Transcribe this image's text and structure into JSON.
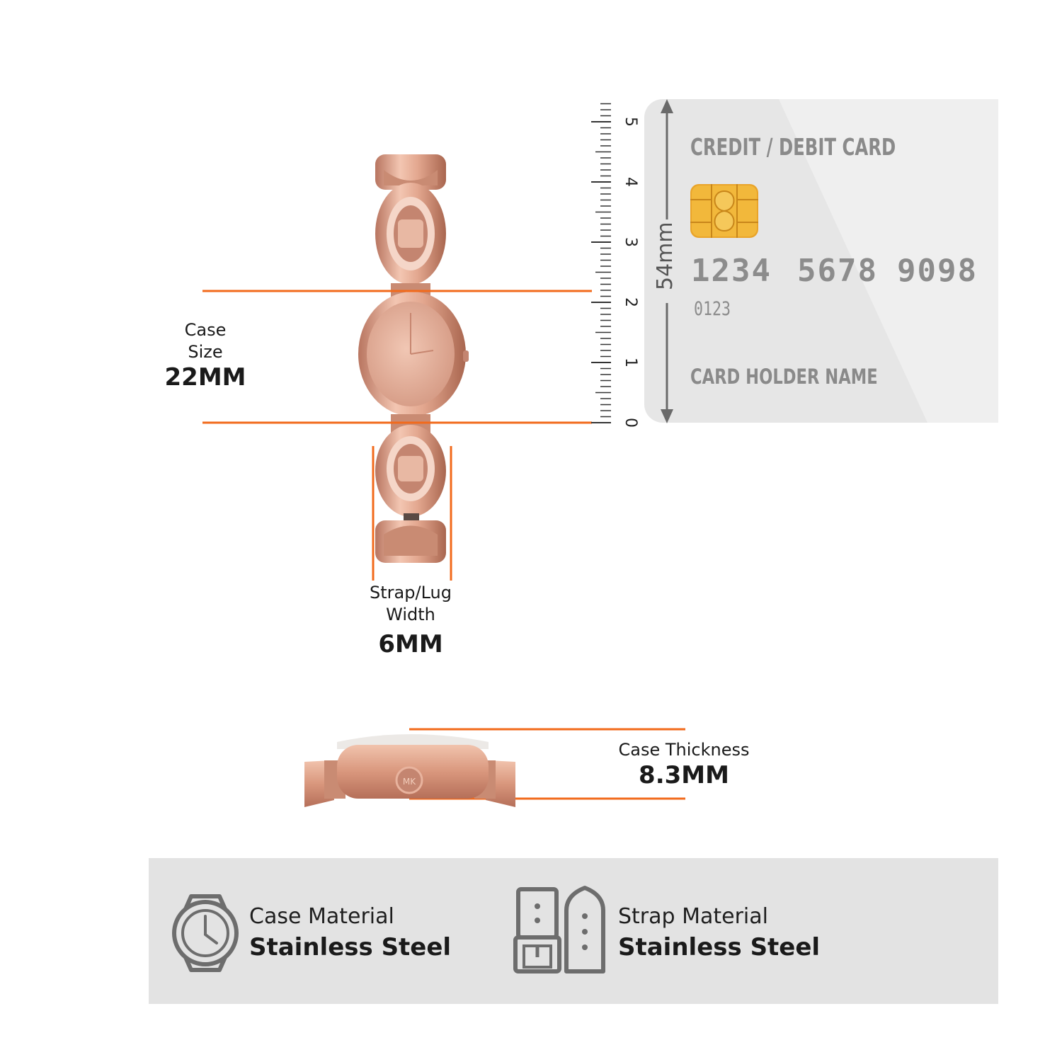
{
  "case_size": {
    "label_line1": "Case",
    "label_line2": "Size",
    "value": "22MM"
  },
  "strap_width": {
    "label_line1": "Strap/Lug",
    "label_line2": "Width",
    "value": "6MM"
  },
  "case_thickness": {
    "label": "Case Thickness",
    "value": "8.3MM"
  },
  "ruler": {
    "ticks": [
      "0",
      "1",
      "2",
      "3",
      "4",
      "5"
    ],
    "dimension_label": "54mm"
  },
  "card": {
    "title": "CREDIT / DEBIT CARD",
    "number_groups": [
      "1234",
      "5678",
      "9098"
    ],
    "small_number": "0123",
    "holder": "CARD HOLDER NAME"
  },
  "materials": {
    "case": {
      "label": "Case Material",
      "value": "Stainless Steel",
      "icon": "watch-icon"
    },
    "strap": {
      "label": "Strap Material",
      "value": "Stainless Steel",
      "icon": "strap-icon"
    }
  },
  "colors": {
    "accent_line": "#f26a1b",
    "rose_gold": "#d89a80",
    "card_bg": "#e6e6e6",
    "panel_bg": "#e3e3e3"
  }
}
